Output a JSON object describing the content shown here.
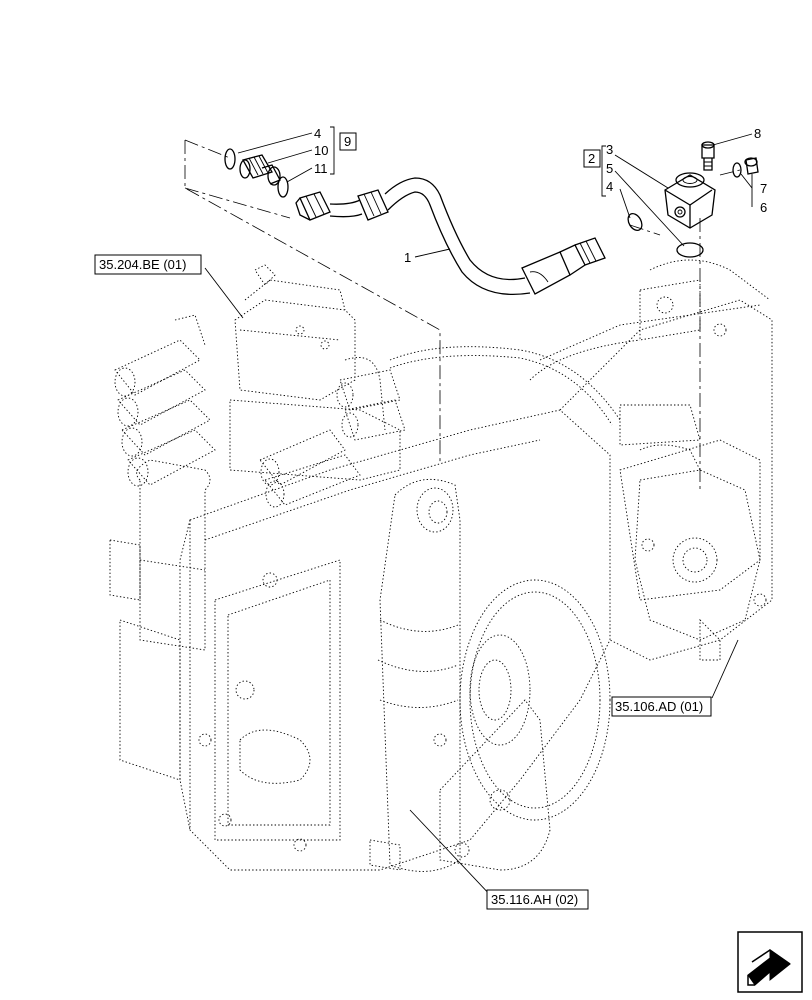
{
  "callouts": {
    "c1": "1",
    "c2": "2",
    "c3": "3",
    "c4a": "4",
    "c4b": "4",
    "c5": "5",
    "c6": "6",
    "c7": "7",
    "c8": "8",
    "c9": "9",
    "c10": "10",
    "c11": "11"
  },
  "references": {
    "ref_left": "35.204.BE (01)",
    "ref_right": "35.106.AD (01)",
    "ref_bottom": "35.116.AH (02)"
  },
  "icons": {
    "nav": "next-page-arrow-icon"
  }
}
